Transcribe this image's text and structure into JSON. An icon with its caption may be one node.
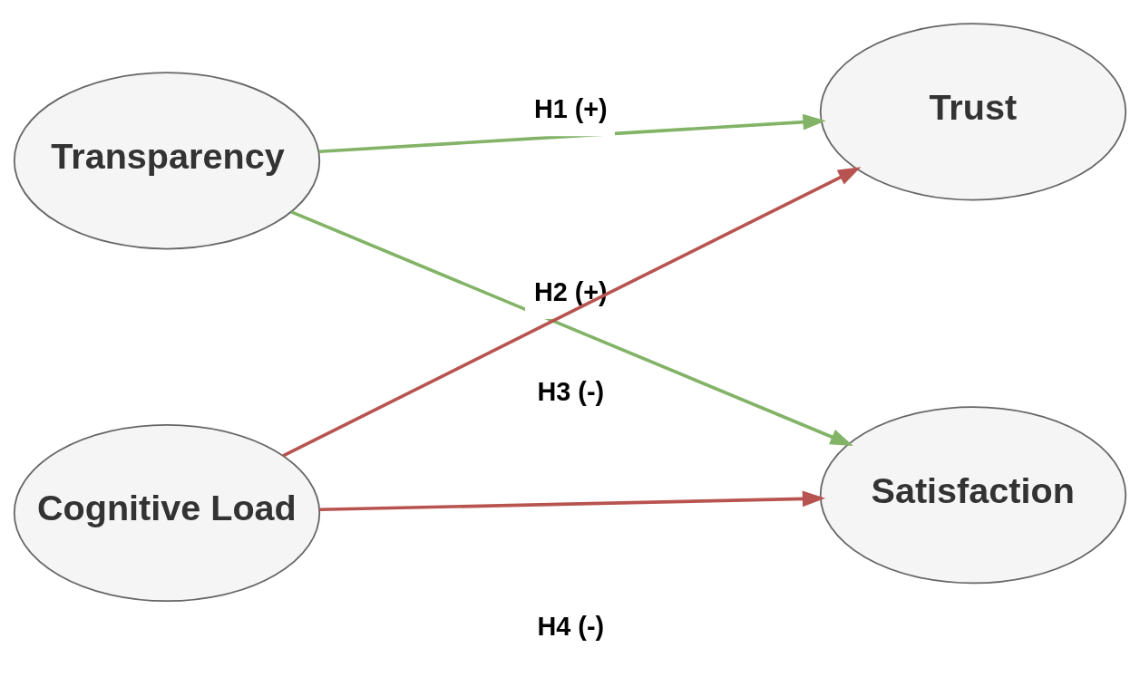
{
  "diagram": {
    "nodes": [
      {
        "text": [
          "Transparency"
        ]
      },
      {
        "text": [
          "Trust"
        ]
      },
      {
        "text": [
          "Cognitive Load"
        ]
      },
      {
        "text": [
          "Satisfaction"
        ]
      }
    ],
    "edges": [
      {
        "from": 0,
        "to": 1,
        "arrow": "to",
        "label": "H1 (+)",
        "color": "#82b366"
      },
      {
        "from": 0,
        "to": 3,
        "arrow": "to",
        "label": "H2 (+)",
        "color": "#82b366"
      },
      {
        "from": 2,
        "to": 1,
        "arrow": "to",
        "label": "H3 (-)",
        "color": "#b85450"
      },
      {
        "from": 2,
        "to": 3,
        "arrow": "to",
        "label": "H4 (-)",
        "color": "#b85450"
      }
    ]
  }
}
